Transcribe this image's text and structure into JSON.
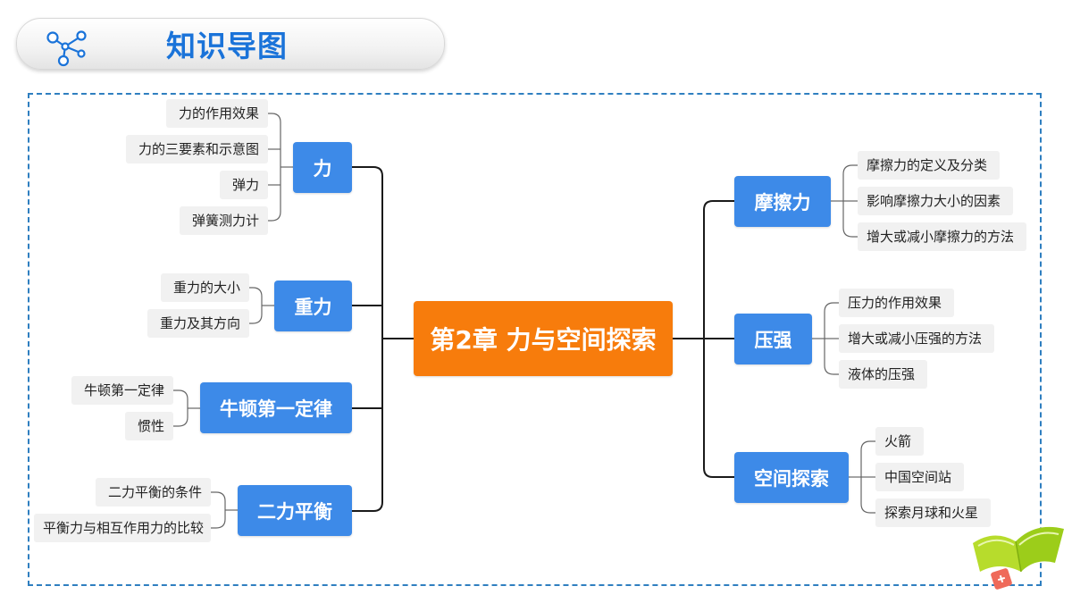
{
  "header": {
    "title": "知识导图",
    "icon": "molecule-network-icon"
  },
  "mindmap": {
    "center": "第2章 力与空间探索",
    "topics": {
      "li": {
        "label": "力",
        "children": [
          "力的作用效果",
          "力的三要素和示意图",
          "弹力",
          "弹簧测力计"
        ]
      },
      "zhongli": {
        "label": "重力",
        "children": [
          "重力的大小",
          "重力及其方向"
        ]
      },
      "niudun": {
        "label": "牛顿第一定律",
        "children": [
          "牛顿第一定律",
          "惯性"
        ]
      },
      "erli": {
        "label": "二力平衡",
        "children": [
          "二力平衡的条件",
          "平衡力与相互作用力的比较"
        ]
      },
      "mocali": {
        "label": "摩擦力",
        "children": [
          "摩擦力的定义及分类",
          "影响摩擦力大小的因素",
          "增大或减小摩擦力的方法"
        ]
      },
      "yaqiang": {
        "label": "压强",
        "children": [
          "压力的作用效果",
          "增大或减小压强的方法",
          "液体的压强"
        ]
      },
      "kongjian": {
        "label": "空间探索",
        "children": [
          "火箭",
          "中国空间站",
          "探索月球和火星"
        ]
      }
    }
  },
  "decoration": {
    "corner": "open-book-icon"
  },
  "colors": {
    "center": "#f77c0c",
    "topic": "#3d8ae8",
    "leaf_bg": "#f1f1f1",
    "frame": "#2f7fc0",
    "title": "#1a73d9",
    "line": "#1a1a1a"
  }
}
